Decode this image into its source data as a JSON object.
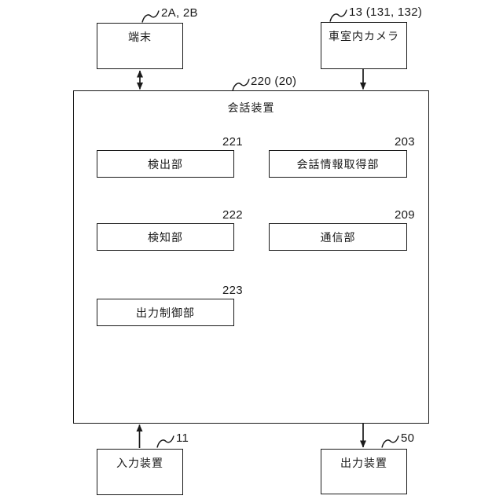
{
  "figure": {
    "type": "patent-block-diagram",
    "colors": {
      "line": "#1a1a1a",
      "background": "#ffffff"
    },
    "external_top": [
      {
        "id": "terminal",
        "label": "端末",
        "ref": "2A, 2B"
      },
      {
        "id": "cabin-camera",
        "label": "車室内カメラ",
        "ref": "13 (131, 132)"
      }
    ],
    "device": {
      "label": "会話装置",
      "ref": "220 (20)",
      "units": [
        {
          "id": "detection-unit",
          "label": "検出部",
          "ref": "221"
        },
        {
          "id": "conversation-info-acquisition-unit",
          "label": "会話情報取得部",
          "ref": "203"
        },
        {
          "id": "sensing-unit",
          "label": "検知部",
          "ref": "222"
        },
        {
          "id": "communication-unit",
          "label": "通信部",
          "ref": "209"
        },
        {
          "id": "output-control-unit",
          "label": "出力制御部",
          "ref": "223"
        }
      ]
    },
    "external_bottom": [
      {
        "id": "input-device",
        "label": "入力装置",
        "ref": "11"
      },
      {
        "id": "output-device",
        "label": "出力装置",
        "ref": "50"
      }
    ]
  }
}
